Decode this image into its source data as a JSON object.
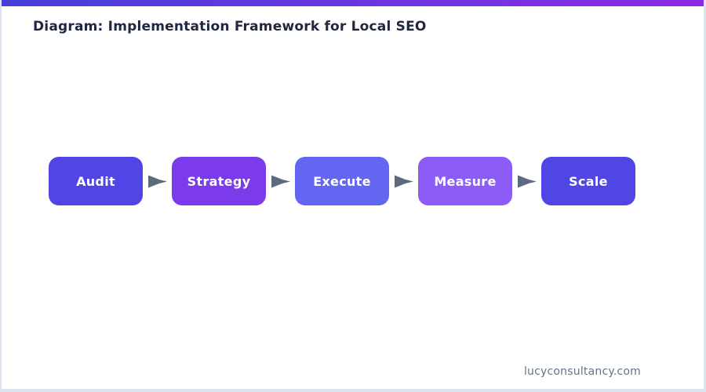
{
  "topbar": {
    "gradient_start": "#4640d8",
    "gradient_end": "#8c2ce2"
  },
  "header": {
    "title": "Diagram: Implementation Framework for Local SEO",
    "title_color": "#222741"
  },
  "flow": {
    "steps": [
      {
        "label": "Audit",
        "color": "#4f46e5"
      },
      {
        "label": "Strategy",
        "color": "#7c3aed"
      },
      {
        "label": "Execute",
        "color": "#6366f1"
      },
      {
        "label": "Measure",
        "color": "#8b5cf6"
      },
      {
        "label": "Scale",
        "color": "#4f46e5"
      }
    ],
    "step_text_color": "#ffffff",
    "arrow_color": "#5c6a7d"
  },
  "footer": {
    "text": "lucyconsultancy.com",
    "color": "#64748b"
  }
}
